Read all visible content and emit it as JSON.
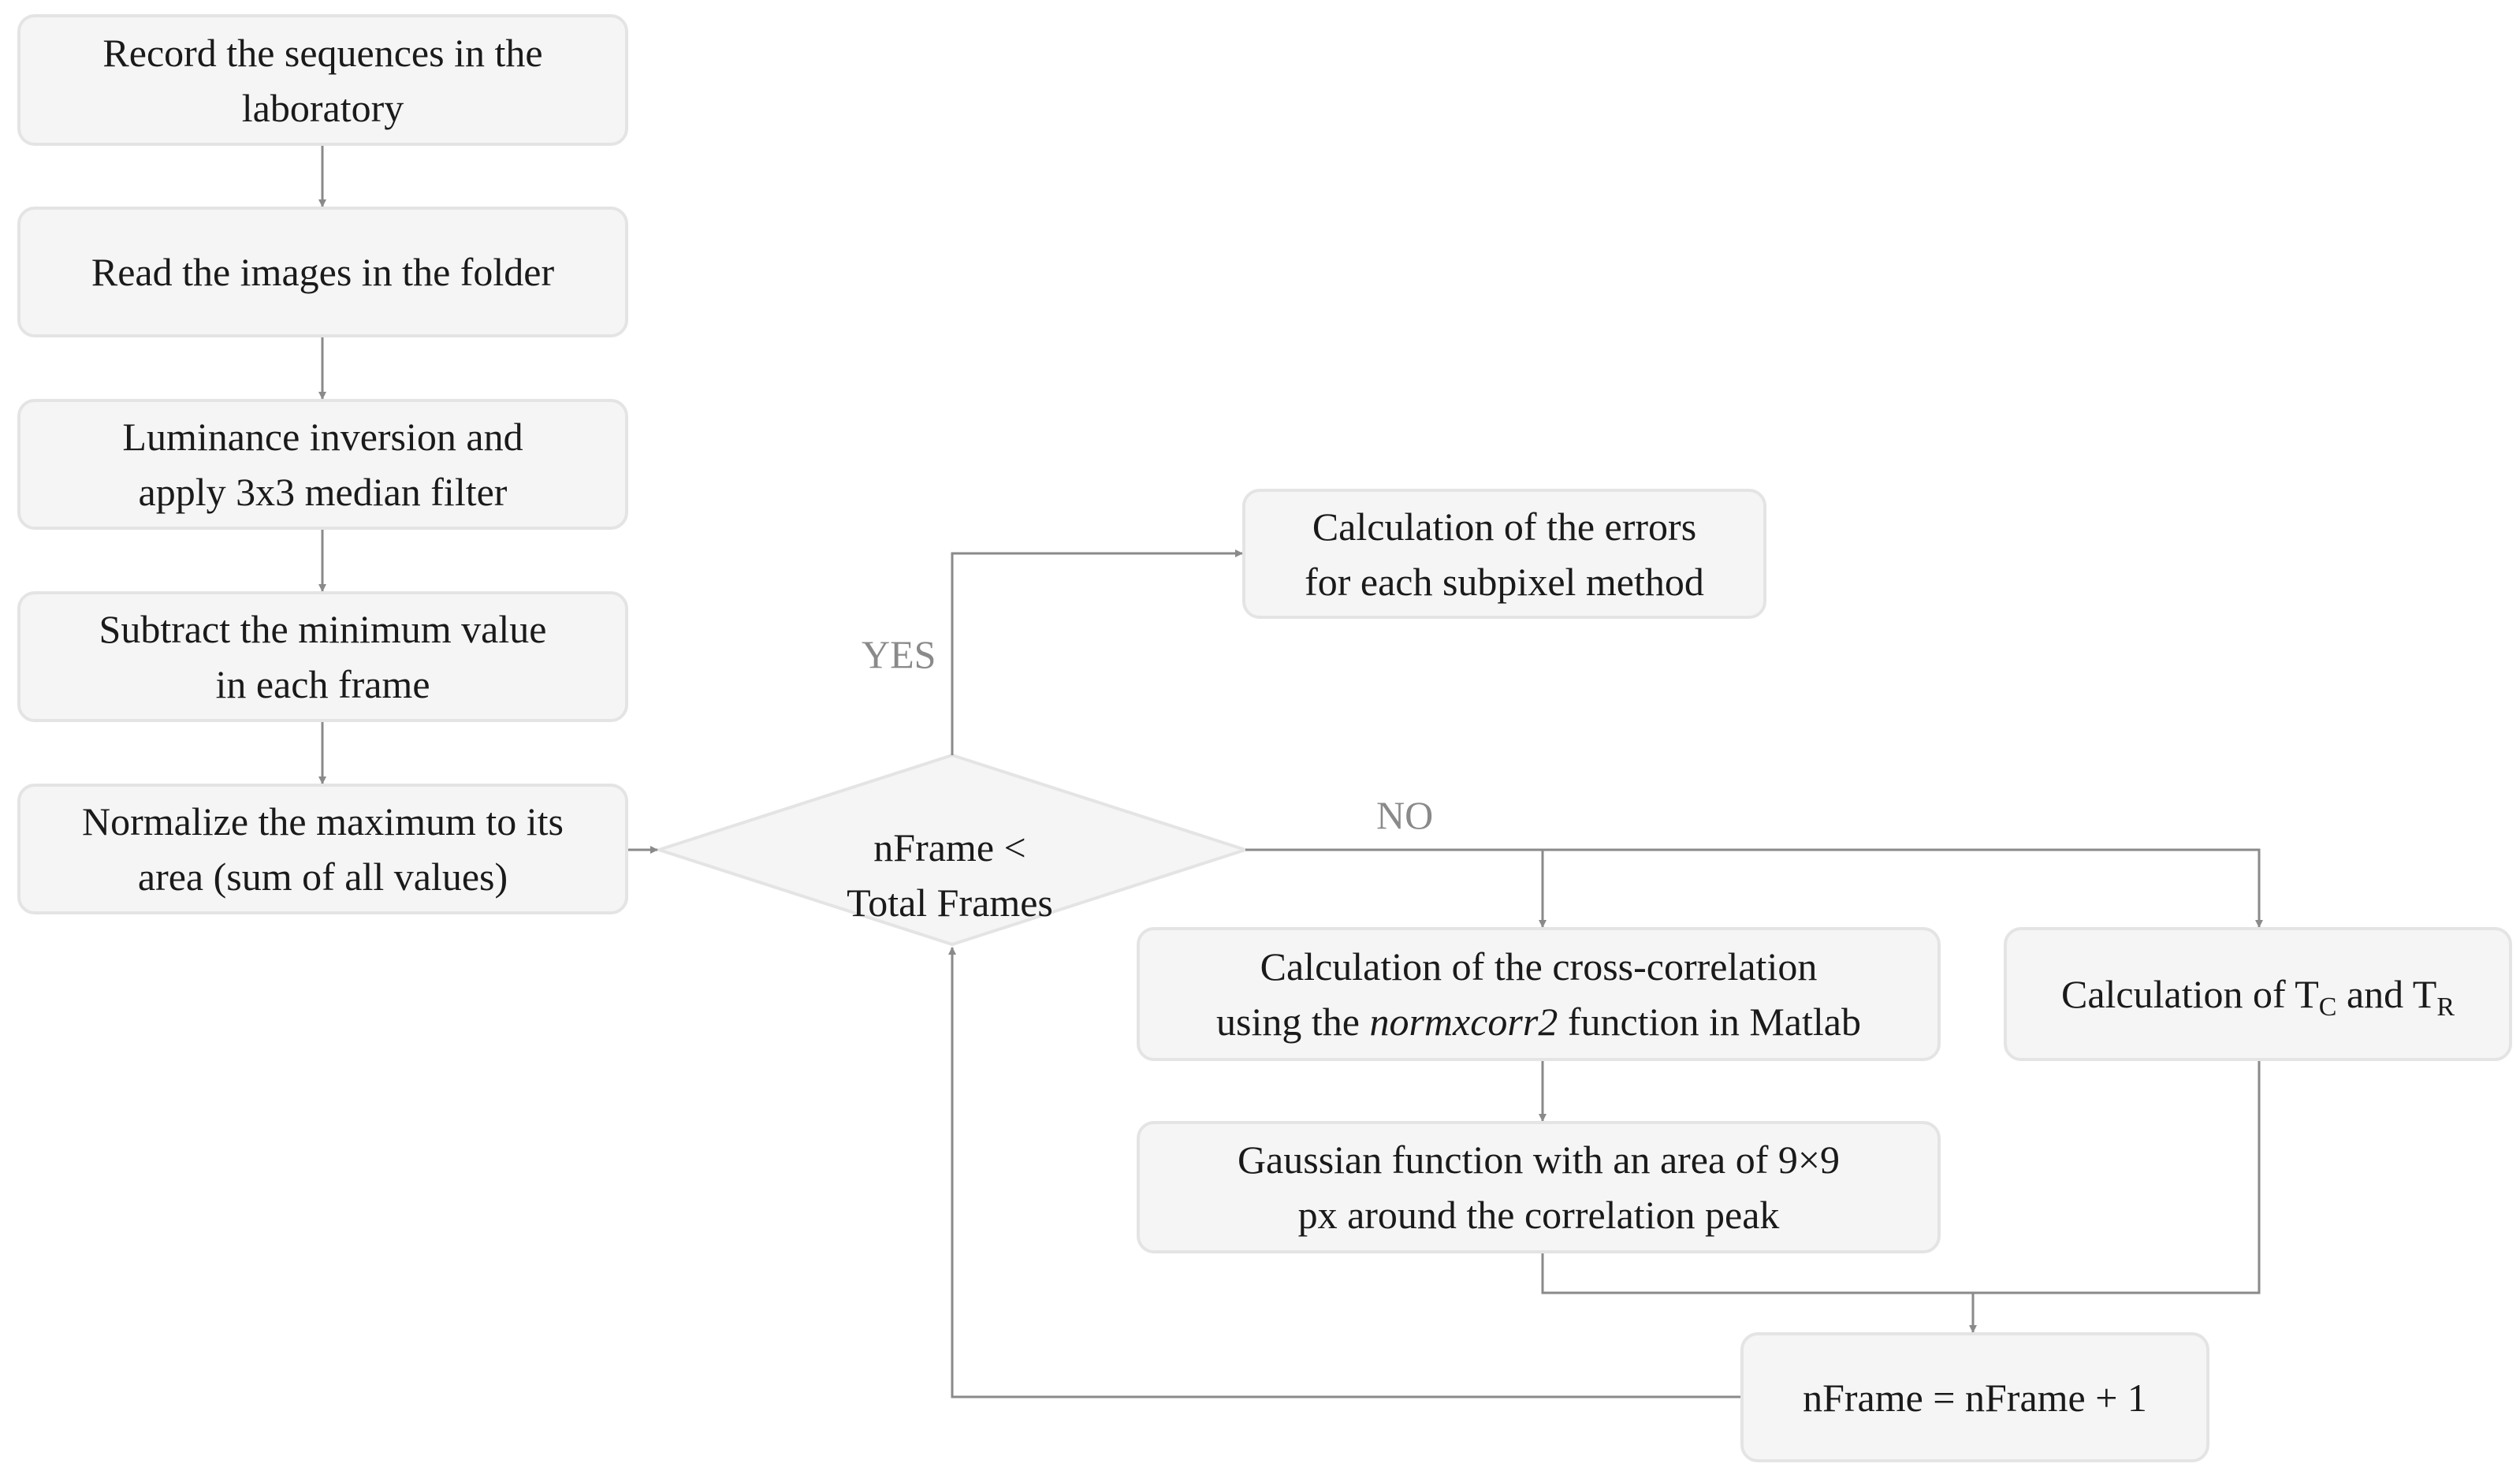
{
  "steps": {
    "record": {
      "line1": "Record the sequences in the",
      "line2": "laboratory"
    },
    "read": {
      "line1": "Read the images in the folder"
    },
    "luminance": {
      "line1": "Luminance inversion and",
      "line2": "apply 3x3 median filter"
    },
    "subtract": {
      "line1": "Subtract the minimum value",
      "line2": "in each frame"
    },
    "normalize": {
      "line1": "Normalize the maximum to its",
      "line2": "area (sum of all values)"
    },
    "errors": {
      "line1": "Calculation of the errors",
      "line2": "for each subpixel method"
    },
    "crosscorr": {
      "line1": "Calculation of the cross-correlation",
      "line2_pre": "using the ",
      "line2_func": "normxcorr2",
      "line2_post": " function in Matlab"
    },
    "gaussian": {
      "line1": "Gaussian function with an area of 9×9",
      "line2": "px around the correlation peak"
    },
    "tctr": {
      "pre": "Calculation of T",
      "sub1": "C",
      "mid": " and T",
      "sub2": "R"
    },
    "increment": {
      "line1": "nFrame = nFrame + 1"
    }
  },
  "decision": {
    "line1": "nFrame <",
    "line2": "Total Frames"
  },
  "labels": {
    "yes": "YES",
    "no": "NO"
  },
  "colors": {
    "box_fill": "#f5f5f5",
    "box_border": "#e4e4e4",
    "connector": "#8a8a8a",
    "label": "#8a8a8a",
    "text": "#1a1a1a"
  }
}
